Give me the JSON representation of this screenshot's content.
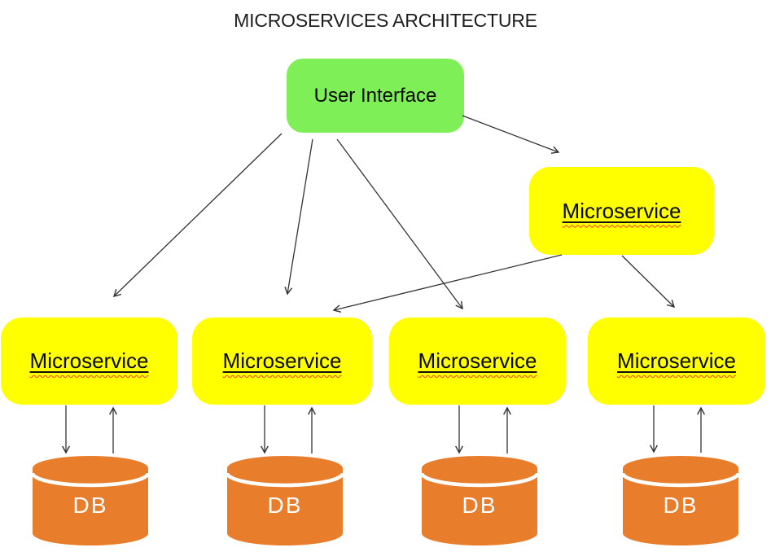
{
  "title": "MICROSERVICES ARCHITECTURE",
  "colors": {
    "user_interface_fill": "#7EEF57",
    "microservice_fill": "#FFFF00",
    "database_fill": "#E87E2C",
    "arrow_stroke": "#333333",
    "spellcheck_squiggle": "#FF3B21",
    "db_text": "#FFFFFF"
  },
  "user_interface": {
    "label": "User Interface"
  },
  "gateway": {
    "label": "Microservice"
  },
  "services": [
    {
      "label": "Microservice"
    },
    {
      "label": "Microservice"
    },
    {
      "label": "Microservice"
    },
    {
      "label": "Microservice"
    }
  ],
  "databases": [
    {
      "label": "DB"
    },
    {
      "label": "DB"
    },
    {
      "label": "DB"
    },
    {
      "label": "DB"
    }
  ]
}
